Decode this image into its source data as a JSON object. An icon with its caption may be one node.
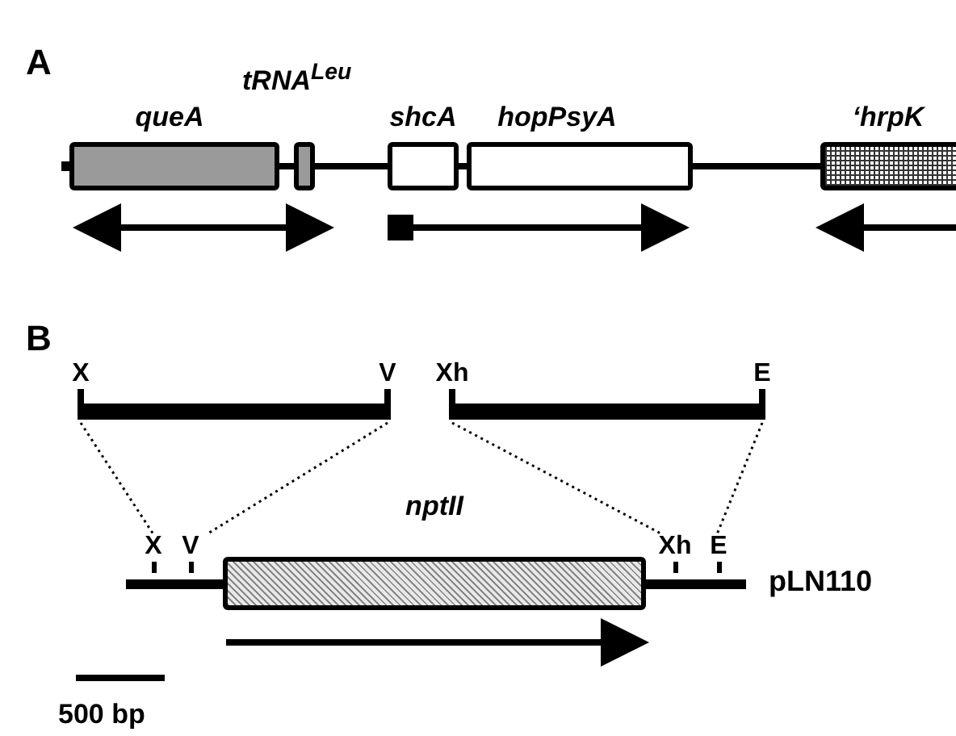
{
  "diagram": {
    "nodes": [
      {
        "text": [
          "queA"
        ]
      },
      {
        "text": [
          "tRNA$^{Leu}$"
        ]
      },
      {
        "text": [
          "shcA"
        ]
      },
      {
        "text": [
          "hopPsyA"
        ]
      },
      {
        "text": [
          "‘hrpK"
        ]
      },
      {
        "text": [
          "X",
          "V"
        ]
      },
      {
        "text": [
          "Xh",
          "E"
        ]
      },
      {
        "text": [
          "nptII"
        ]
      },
      {
        "text": [
          "X",
          "V",
          "Xh",
          "E",
          "pLN110"
        ]
      }
    ],
    "edges": [
      {
        "from": 5,
        "to": 8,
        "arrow": "none",
        "style": "dashed"
      },
      {
        "from": 5,
        "to": 8,
        "arrow": "none",
        "style": "dashed"
      },
      {
        "from": 6,
        "to": 8,
        "arrow": "none",
        "style": "dashed"
      },
      {
        "from": 6,
        "to": 8,
        "arrow": "none",
        "style": "dashed"
      },
      {
        "from": 0,
        "to": 1,
        "arrow": "none",
        "style": "thick"
      },
      {
        "from": 1,
        "to": 2,
        "arrow": "none",
        "style": "thick"
      },
      {
        "from": 2,
        "to": 3,
        "arrow": "none",
        "style": "thick"
      },
      {
        "from": 3,
        "to": 4,
        "arrow": "none",
        "style": "thick"
      }
    ],
    "labels": [
      "A",
      "B",
      "500 bp"
    ]
  }
}
